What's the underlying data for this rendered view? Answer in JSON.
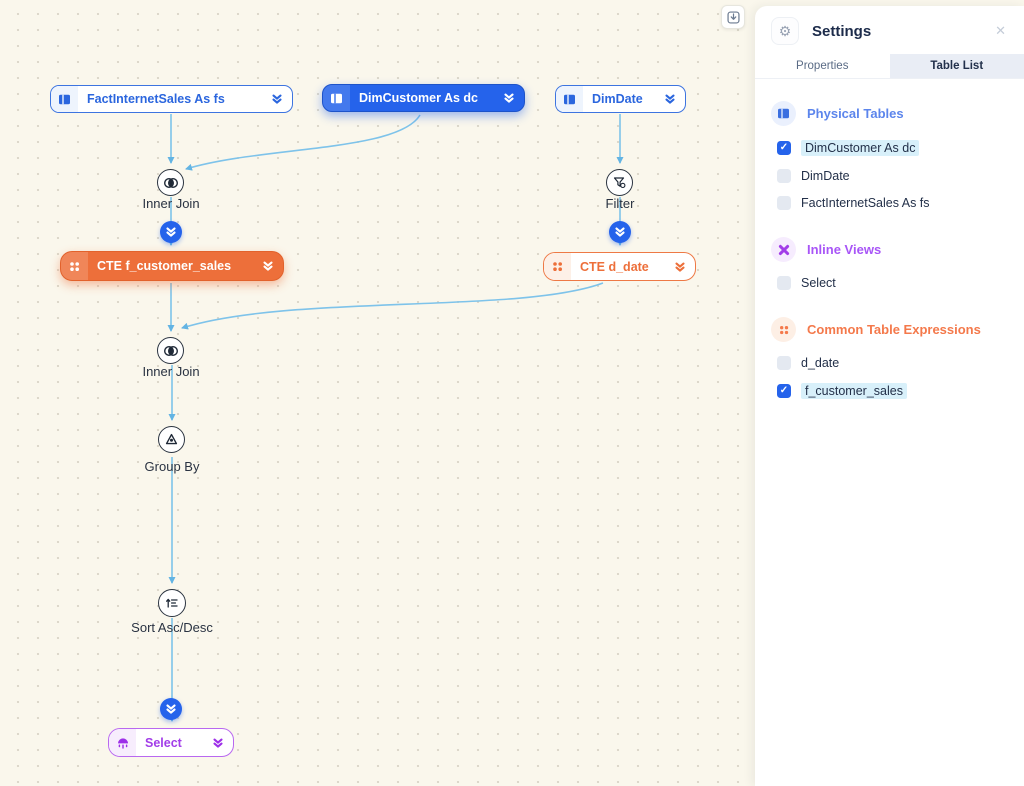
{
  "canvas": {
    "nodes": {
      "fact_table": {
        "label": "FactInternetSales As fs"
      },
      "dim_customer": {
        "label": "DimCustomer As dc"
      },
      "dim_date": {
        "label": "DimDate"
      },
      "inner_join_1": {
        "label": "Inner Join"
      },
      "filter": {
        "label": "Filter"
      },
      "cte_customer_sales": {
        "label": "CTE f_customer_sales"
      },
      "cte_d_date": {
        "label": "CTE d_date"
      },
      "inner_join_2": {
        "label": "Inner Join"
      },
      "group_by": {
        "label": "Group By"
      },
      "sort": {
        "label": "Sort Asc/Desc"
      },
      "select": {
        "label": "Select"
      }
    }
  },
  "panel": {
    "title": "Settings",
    "icons": {
      "gear": "⚙",
      "close": "✕"
    },
    "tabs": [
      {
        "label": "Properties",
        "active": false
      },
      {
        "label": "Table List",
        "active": true
      }
    ],
    "sections": [
      {
        "label": "Physical Tables",
        "color": "#5C85EC",
        "items": [
          {
            "label": "DimCustomer As dc",
            "checked": true,
            "highlighted": true
          },
          {
            "label": "DimDate",
            "checked": false,
            "highlighted": false
          },
          {
            "label": "FactInternetSales As fs",
            "checked": false,
            "highlighted": false
          }
        ]
      },
      {
        "label": "Inline Views",
        "color": "#A855F7",
        "items": [
          {
            "label": "Select",
            "checked": false,
            "highlighted": false
          }
        ]
      },
      {
        "label": "Common Table Expressions",
        "color": "#F4794B",
        "items": [
          {
            "label": "d_date",
            "checked": false,
            "highlighted": false
          },
          {
            "label": "f_customer_sales",
            "checked": true,
            "highlighted": true
          }
        ]
      }
    ]
  },
  "colors": {
    "canvas_bg": "#FAF7EC",
    "edge_blue": "#7EC3EA",
    "node_blue": "#2563EB",
    "cte_orange": "#ED6F3A",
    "select_purple": "#A855F7",
    "checkbox_highlight": "#D8F0FA"
  }
}
